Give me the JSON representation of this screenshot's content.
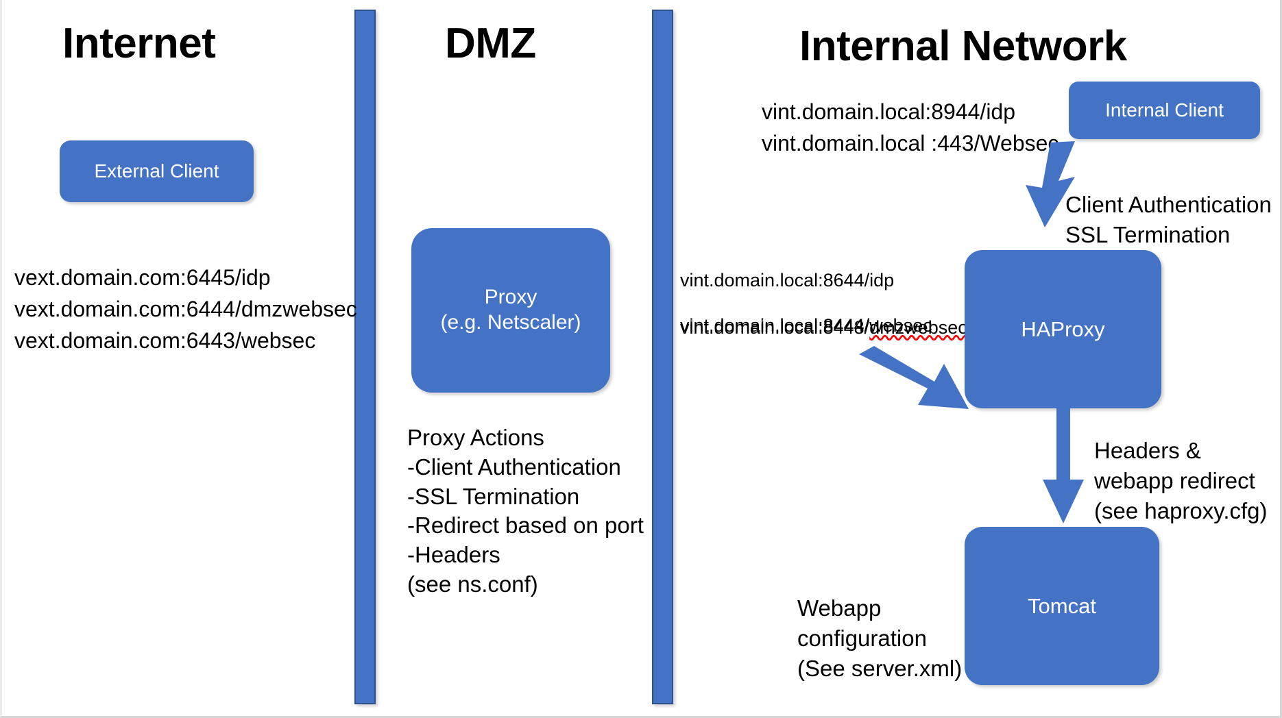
{
  "diagram": {
    "title": "Network architecture: Internet / DMZ / Internal Network",
    "accent_color": "#4472C4",
    "accent_outline": "#2F528F",
    "text_color": "#000000",
    "box_text_color": "#FFFFFF"
  },
  "zones": {
    "internet": {
      "title": "Internet"
    },
    "dmz": {
      "title": "DMZ"
    },
    "internal": {
      "title": "Internal Network"
    }
  },
  "nodes": {
    "external_client": {
      "label": "External Client"
    },
    "proxy": {
      "label": "Proxy\n(e.g. Netscaler)"
    },
    "internal_client": {
      "label": "Internal Client"
    },
    "haproxy": {
      "label": "HAProxy"
    },
    "tomcat": {
      "label": "Tomcat"
    }
  },
  "endpoints": {
    "external": {
      "lines": [
        "vext.domain.com:6445/idp",
        "vext.domain.com:6444/dmzwebsec",
        "vext.domain.com:6443/websec"
      ]
    },
    "internal_client": {
      "lines": [
        "vint.domain.local:8944/idp",
        "vint.domain.local :443/Websec"
      ]
    },
    "haproxy_backend": {
      "line1": "vint.domain.local:8644/idp",
      "line2_prefix": "vint.domain.local:8448/",
      "line2_misspelled": "dmzwebsec",
      "line3": "vint.domain.local:8444/websec"
    }
  },
  "annotations": {
    "proxy_actions": {
      "lines": [
        "Proxy Actions",
        "-Client Authentication",
        "-SSL Termination",
        "-Redirect based on port",
        "-Headers",
        "(see ns.conf)"
      ]
    },
    "client_auth": {
      "text": "Client Authentication\nSSL Termination"
    },
    "headers_redirect": {
      "text": "Headers &\nwebapp redirect\n(see haproxy.cfg)"
    },
    "webapp_config": {
      "text": "Webapp\nconfiguration\n(See server.xml)"
    }
  }
}
